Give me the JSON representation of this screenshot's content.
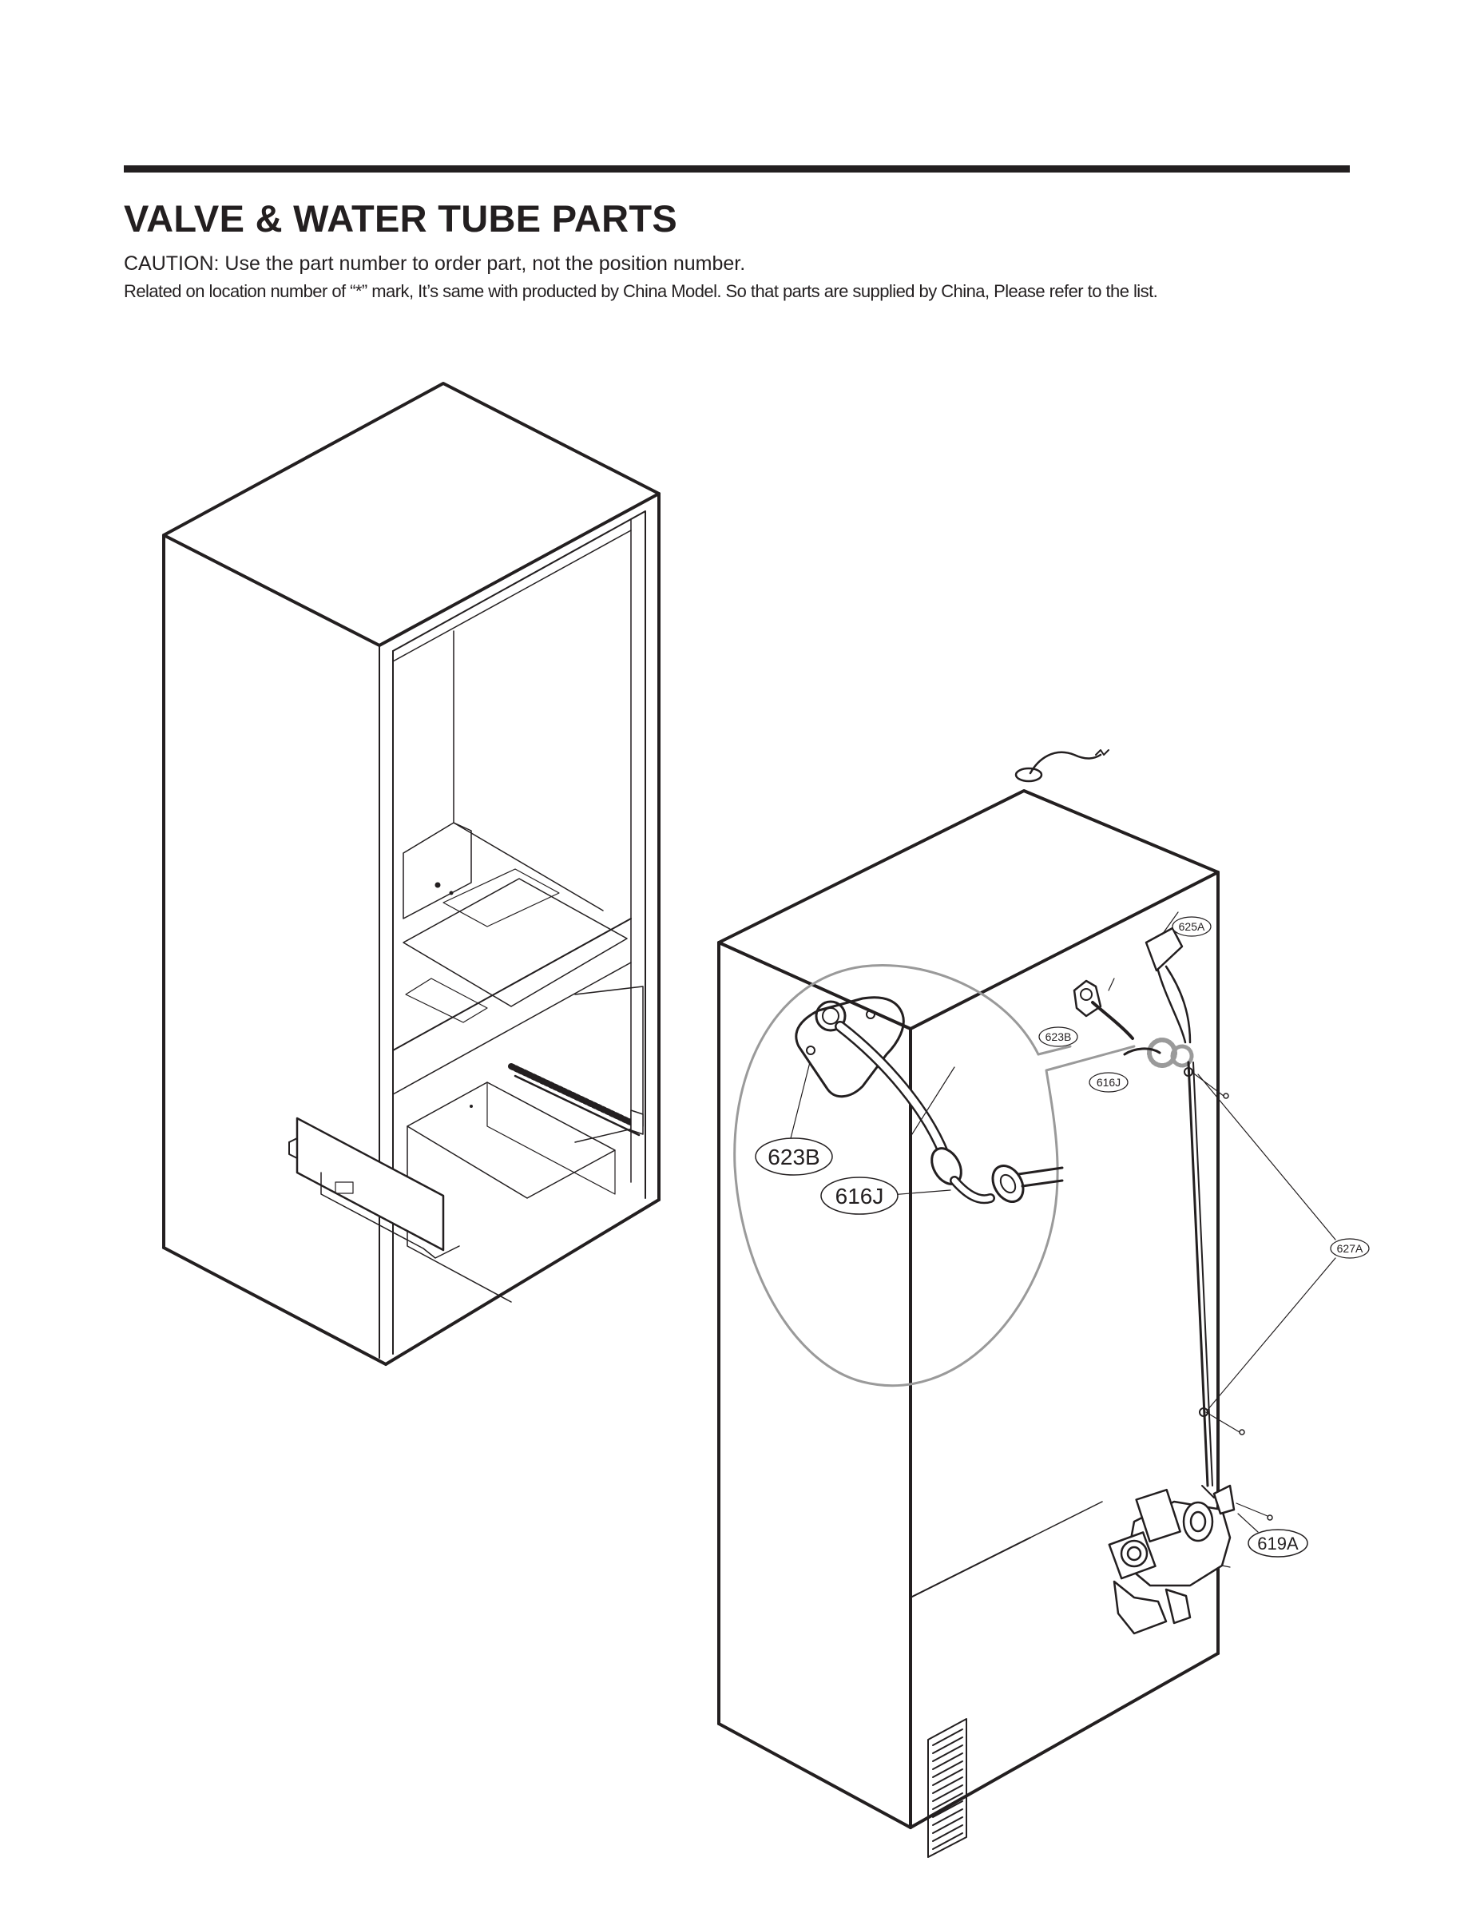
{
  "header": {
    "title": "VALVE & WATER TUBE PARTS",
    "caution": "CAUTION: Use the part number to order part, not the position number.",
    "note": "Related on location number of “*” mark, It’s same with producted by China Model. So that parts are supplied by China, Please refer to the list."
  },
  "callouts": {
    "c625A": "625A",
    "c623B": "623B",
    "c616J": "616J",
    "c627A": "627A",
    "c619A": "619A",
    "d623B": "623B",
    "d616J": "616J"
  }
}
